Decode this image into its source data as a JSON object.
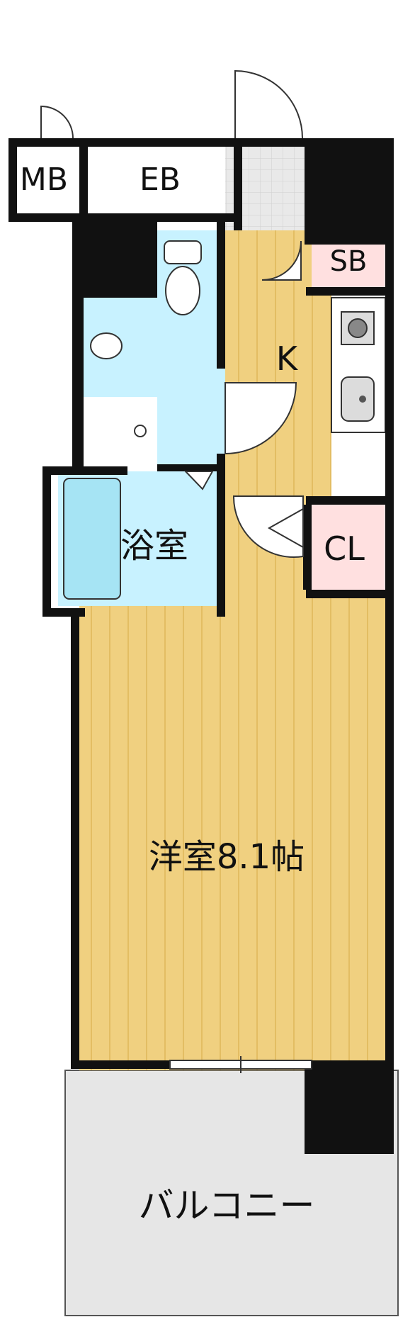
{
  "rooms": {
    "mb": "MB",
    "eb": "EB",
    "sb": "SB",
    "kitchen": "K",
    "bath": "浴室",
    "closet": "CL",
    "western_room": "洋室8.1帖",
    "balcony": "バルコニー"
  },
  "colors": {
    "wall": "#111111",
    "floor_wood": "#f0d080",
    "floor_stripe": "#e3bd63",
    "bath_blue": "#c8f2ff",
    "tub_blue": "#a6e4f4",
    "storage_pink": "#ffe0e0",
    "balcony_gray": "#e6e6e6",
    "entry_tile": "#e6e6e6"
  }
}
